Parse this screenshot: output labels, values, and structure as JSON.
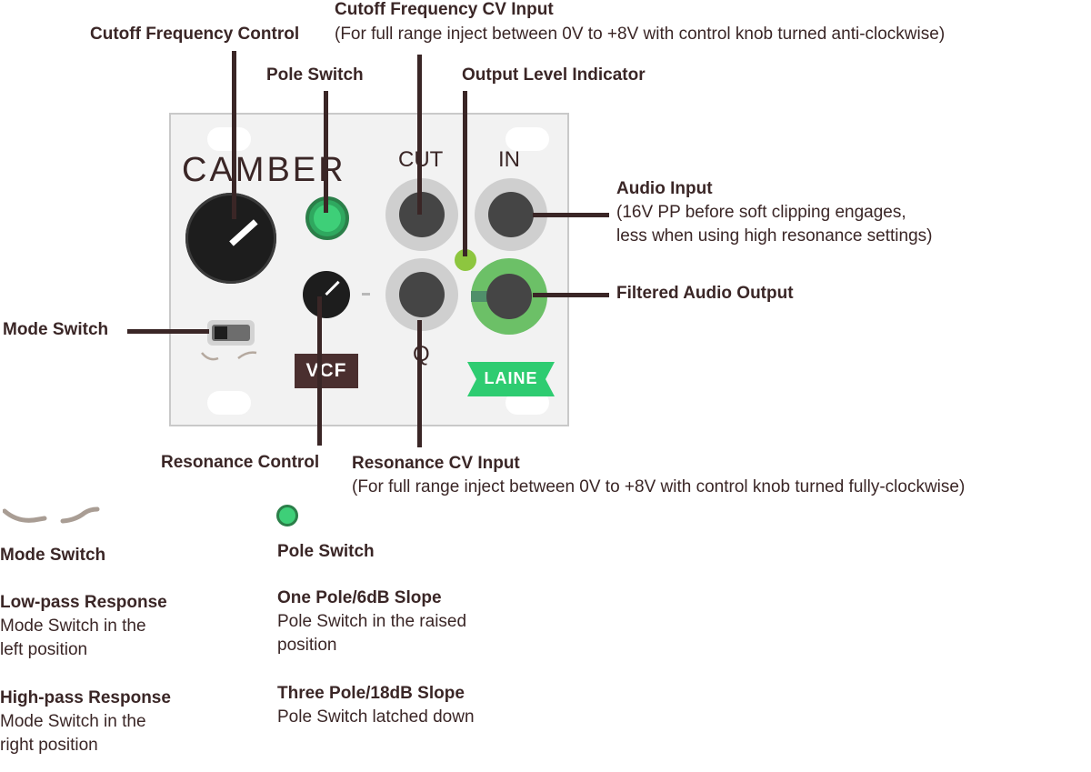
{
  "module": {
    "name": "CAMBER",
    "jack_labels": {
      "cut": "CUT",
      "in": "IN",
      "q": "Q"
    },
    "badge": "VCF",
    "brand": "LAINE",
    "colors": {
      "panel": "#f2f2f2",
      "panel_border": "#c9c9c9",
      "text_dark": "#3a2626",
      "led_green": "#3ecf78",
      "indicator_green": "#8dc63f",
      "output_ring": "#6cc067",
      "brand_green": "#2ecc71",
      "badge": "#4a2f2f"
    }
  },
  "callouts": {
    "cutoff_control": "Cutoff Frequency Control",
    "cutoff_cv_title": "Cutoff Frequency CV Input",
    "cutoff_cv_note": "(For full range inject between 0V to +8V with control knob turned anti-clockwise)",
    "pole_switch": "Pole Switch",
    "output_level": "Output Level Indicator",
    "audio_input_title": "Audio Input",
    "audio_input_note_1": "(16V PP before soft clipping engages,",
    "audio_input_note_2": "less when using high resonance settings)",
    "filtered_output": "Filtered Audio Output",
    "mode_switch": "Mode Switch",
    "resonance_control": "Resonance Control",
    "resonance_cv_title": "Resonance CV Input",
    "resonance_cv_note": "(For full range inject between 0V to +8V with control knob turned fully-clockwise)"
  },
  "legend": {
    "mode": {
      "heading": "Mode Switch",
      "low_title": "Low-pass Response",
      "low_line1": "Mode Switch in the",
      "low_line2": "left position",
      "high_title": "High-pass Response",
      "high_line1": "Mode Switch in the",
      "high_line2": "right position"
    },
    "pole": {
      "heading": "Pole Switch",
      "one_title": "One Pole/6dB Slope",
      "one_line1": "Pole Switch in the raised",
      "one_line2": "position",
      "three_title": "Three Pole/18dB Slope",
      "three_line1": "Pole Switch latched down"
    }
  }
}
